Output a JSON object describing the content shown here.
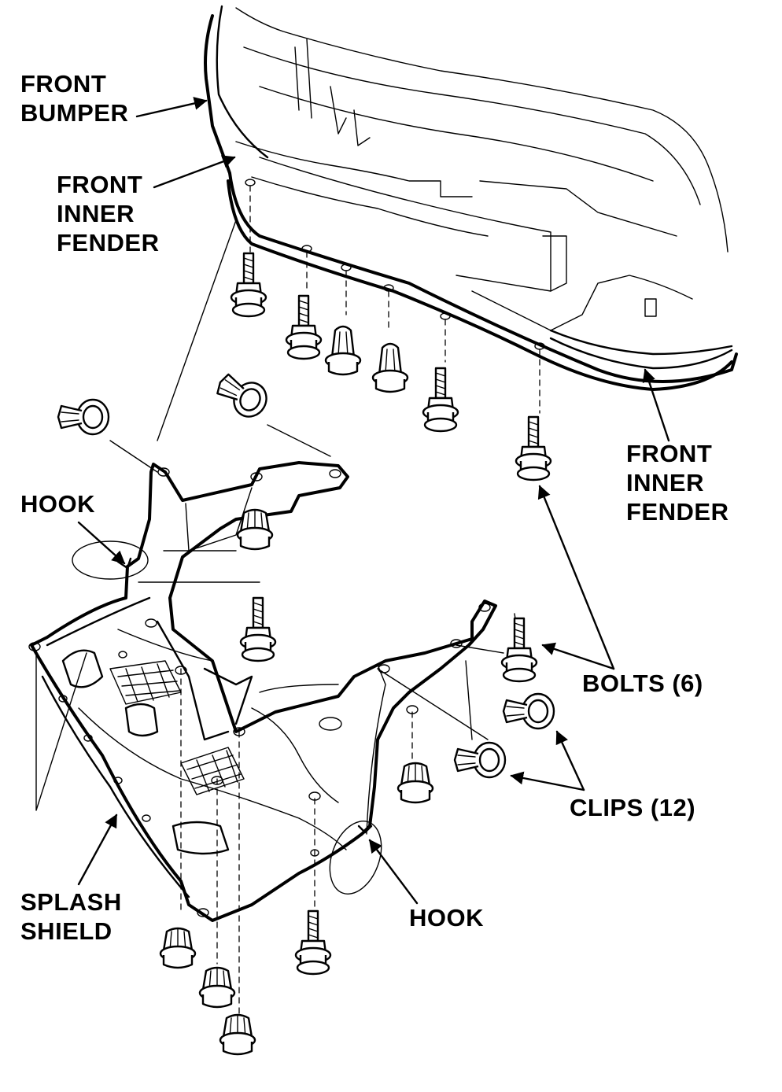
{
  "labels": {
    "front_bumper": [
      "FRONT",
      "BUMPER"
    ],
    "front_inner_fender_left": [
      "FRONT",
      "INNER",
      "FENDER"
    ],
    "front_inner_fender_right": [
      "FRONT",
      "INNER",
      "FENDER"
    ],
    "hook_upper": "HOOK",
    "hook_lower": "HOOK",
    "bolts": "BOLTS (6)",
    "clips": "CLIPS (12)",
    "splash_shield": [
      "SPLASH",
      "SHIELD"
    ]
  },
  "parts": {
    "bolts": {
      "count": 6
    },
    "clips": {
      "count": 12
    }
  },
  "colors": {
    "ink": "#000000",
    "paper": "#ffffff"
  }
}
